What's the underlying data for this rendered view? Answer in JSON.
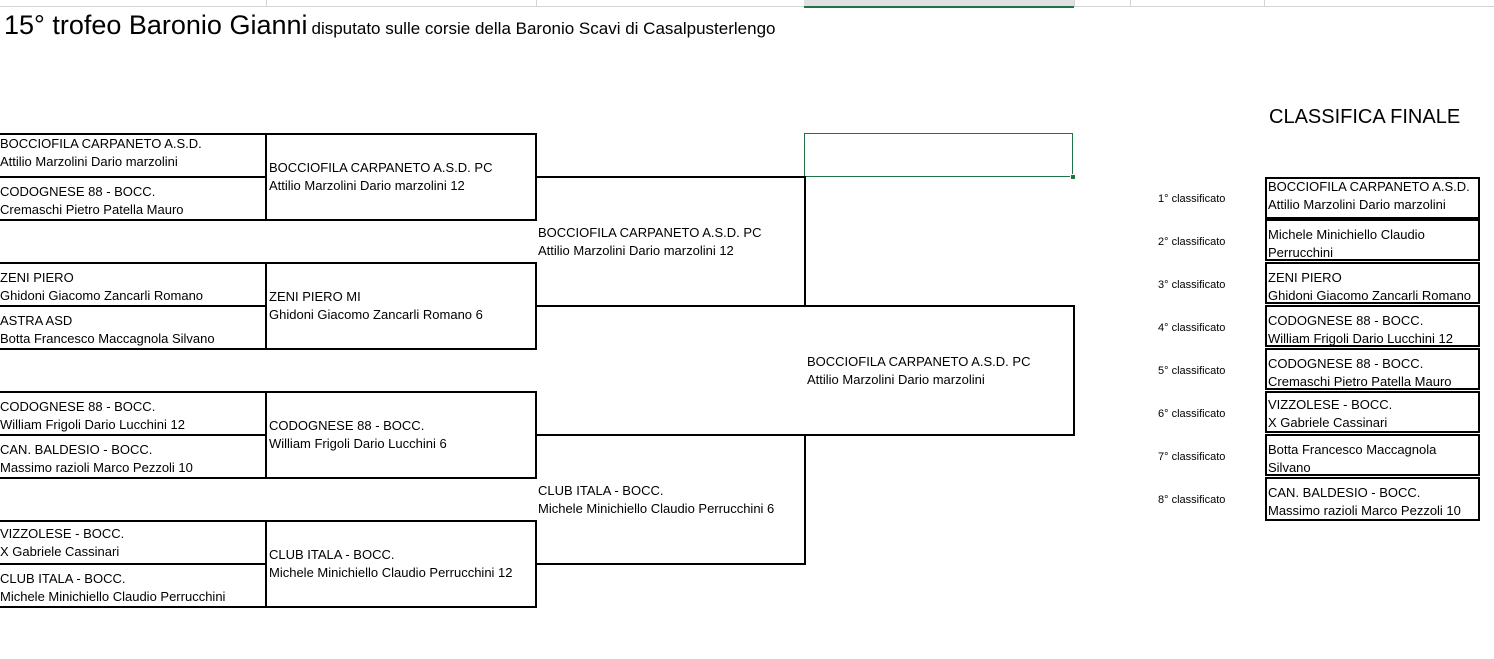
{
  "title": {
    "main": "15° trofeo Baronio Gianni",
    "sub": "disputato sulle corsie della Baronio Scavi di Casalpusterlengo"
  },
  "round1": [
    {
      "team": " BOCCIOFILA CARPANETO A.S.D.",
      "players": "Attilio Marzolini Dario marzolini"
    },
    {
      "team": "CODOGNESE 88 - BOCC.",
      "players": "Cremaschi Pietro Patella Mauro"
    },
    {
      "team": "ZENI PIERO",
      "players": "Ghidoni Giacomo Zancarli Romano"
    },
    {
      "team": "ASTRA ASD",
      "players": "Botta Francesco Maccagnola Silvano"
    },
    {
      "team": "CODOGNESE 88 - BOCC.",
      "players": "William Frigoli Dario Lucchini  12"
    },
    {
      "team": "CAN. BALDESIO - BOCC.",
      "players": "Massimo razioli Marco Pezzoli  10"
    },
    {
      "team": "VIZZOLESE - BOCC.",
      "players": "X          Gabriele Cassinari"
    },
    {
      "team": "  CLUB ITALA - BOCC.",
      "players": "Michele Minichiello Claudio Perrucchini"
    }
  ],
  "round2": [
    {
      "team": " BOCCIOFILA CARPANETO A.S.D. PC",
      "players": "Attilio Marzolini Dario marzolini     12"
    },
    {
      "team": "ZENI PIERO       MI",
      "players": "Ghidoni Giacomo Zancarli Romano    6"
    },
    {
      "team": "CODOGNESE 88 - BOCC.",
      "players": "William Frigoli Dario Lucchini                 6"
    },
    {
      "team": "  CLUB ITALA - BOCC.",
      "players": "Michele Minichiello Claudio Perrucchini   12"
    }
  ],
  "semifinal": [
    {
      "team": " BOCCIOFILA CARPANETO A.S.D. PC",
      "players": "Attilio Marzolini Dario marzolini     12"
    },
    {
      "team": "  CLUB ITALA - BOCC.",
      "players": "Michele Minichiello Claudio Perrucchini   6"
    }
  ],
  "final": {
    "team": " BOCCIOFILA CARPANETO A.S.D. PC",
    "players": "Attilio Marzolini Dario marzolini"
  },
  "classifica": {
    "title": "CLASSIFICA FINALE",
    "rows": [
      {
        "place": "1° classificato",
        "line1": " BOCCIOFILA CARPANETO A.S.D.",
        "line2": "Attilio Marzolini Dario marzolini"
      },
      {
        "place": "2° classificato",
        "line1": "Michele Minichiello Claudio",
        "line2": "Perrucchini"
      },
      {
        "place": "3° classificato",
        "line1": "ZENI PIERO",
        "line2": "Ghidoni Giacomo Zancarli Romano"
      },
      {
        "place": "4° classificato",
        "line1": "CODOGNESE 88 - BOCC.",
        "line2": "William Frigoli Dario Lucchini  12"
      },
      {
        "place": "5° classificato",
        "line1": "CODOGNESE 88 - BOCC.",
        "line2": "Cremaschi Pietro Patella Mauro"
      },
      {
        "place": "6° classificato",
        "line1": "VIZZOLESE - BOCC.",
        "line2": "X          Gabriele Cassinari"
      },
      {
        "place": "7° classificato",
        "line1": "Botta Francesco Maccagnola",
        "line2": "Silvano"
      },
      {
        "place": "8° classificato",
        "line1": "CAN. BALDESIO - BOCC.",
        "line2": "Massimo razioli Marco Pezzoli  10"
      }
    ]
  },
  "colors": {
    "grid_border": "#000000",
    "selection": "#217346"
  }
}
